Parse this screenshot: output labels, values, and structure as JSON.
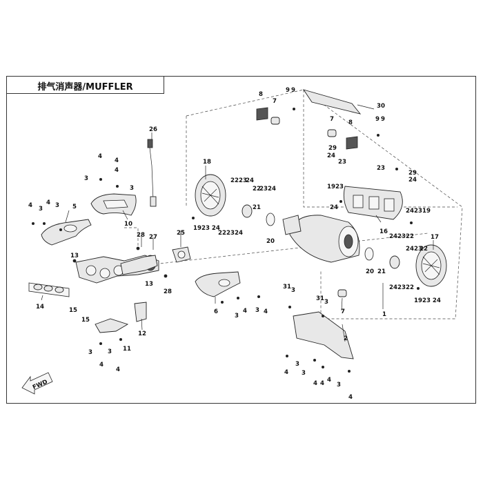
{
  "title": "排气消声器/MUFFLER",
  "fwd_label": "FWD",
  "callouts": [
    "1",
    "2",
    "3",
    "4",
    "5",
    "6",
    "7",
    "8",
    "9",
    "10",
    "11",
    "12",
    "13",
    "14",
    "15",
    "16",
    "17",
    "18",
    "19",
    "20",
    "21",
    "22",
    "23",
    "24",
    "25",
    "26",
    "27",
    "28",
    "29",
    "30",
    "31",
    "1923 24"
  ]
}
